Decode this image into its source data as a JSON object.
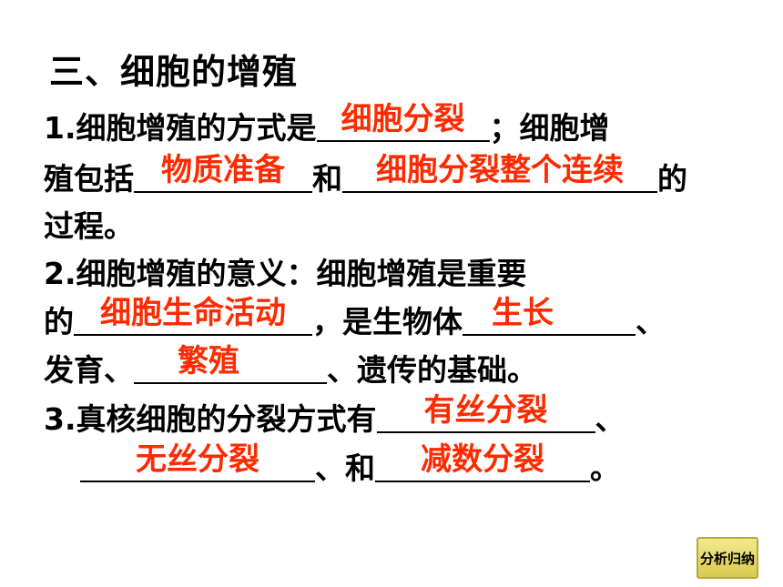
{
  "title": "三、细胞的增殖",
  "q1": {
    "a": "1.细胞增殖的方式是",
    "ans1": "细胞分裂",
    "b": "；细胞增",
    "c": "殖包括",
    "ans2": "物质准备",
    "d": "和",
    "ans3": "细胞分裂整个连续",
    "e": "的",
    "f": "过程。"
  },
  "q2": {
    "a": "2.细胞增殖的意义：细胞增殖是重要",
    "b": "的",
    "ans1": "细胞生命活动",
    "c": "，是生物体",
    "ans2": "生长",
    "d": "、",
    "e": "发育、",
    "ans3": "繁殖",
    "f": "、遗传的基础。"
  },
  "q3": {
    "a": "3.真核细胞的分裂方式有",
    "ans1": "有丝分裂",
    "b": "、",
    "ans2": "无丝分裂",
    "c": "、和",
    "ans3": "减数分裂",
    "d": "。"
  },
  "nav": {
    "label": "分析归纳"
  },
  "colors": {
    "answer": "#ff2a00",
    "button": "#e6d86a"
  }
}
